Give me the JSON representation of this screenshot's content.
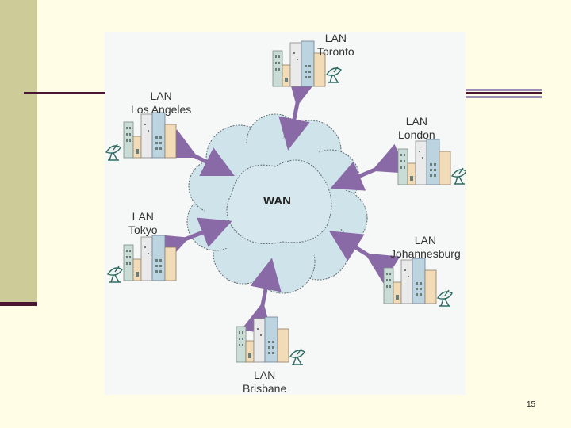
{
  "diagram": {
    "center": "WAN",
    "lans": [
      {
        "kind": "LAN",
        "city": "Toronto"
      },
      {
        "kind": "LAN",
        "city": "Los Angeles"
      },
      {
        "kind": "LAN",
        "city": "London"
      },
      {
        "kind": "LAN",
        "city": "Tokyo"
      },
      {
        "kind": "LAN",
        "city": "Johannesburg"
      },
      {
        "kind": "LAN",
        "city": "Brisbane"
      }
    ]
  },
  "page_number": "15",
  "colors": {
    "background": "#fffde6",
    "sidebar": "#cdcc99",
    "rule": "#4a1530",
    "arrow": "#8a6aa6",
    "cloud": "#cfe3ea"
  }
}
